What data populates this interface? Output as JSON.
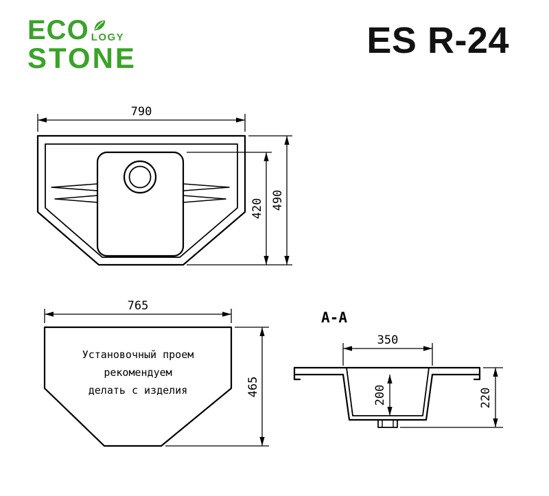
{
  "header": {
    "logo": {
      "eco": "ECO",
      "logy": "LOGY",
      "stone": "STONE",
      "accent_color": "#3aa329"
    },
    "model": "ES R-24"
  },
  "plan_view": {
    "width_label": "790",
    "bowl_depth_label": "420",
    "overall_depth_label": "490"
  },
  "cutout_view": {
    "width_label": "765",
    "height_label": "465",
    "note_lines": [
      "Установочный проем",
      "рекомендуем",
      "делать с изделия"
    ]
  },
  "section_view": {
    "title": "A-A",
    "bowl_width_label": "350",
    "bowl_depth_label": "200",
    "overall_height_label": "220"
  }
}
